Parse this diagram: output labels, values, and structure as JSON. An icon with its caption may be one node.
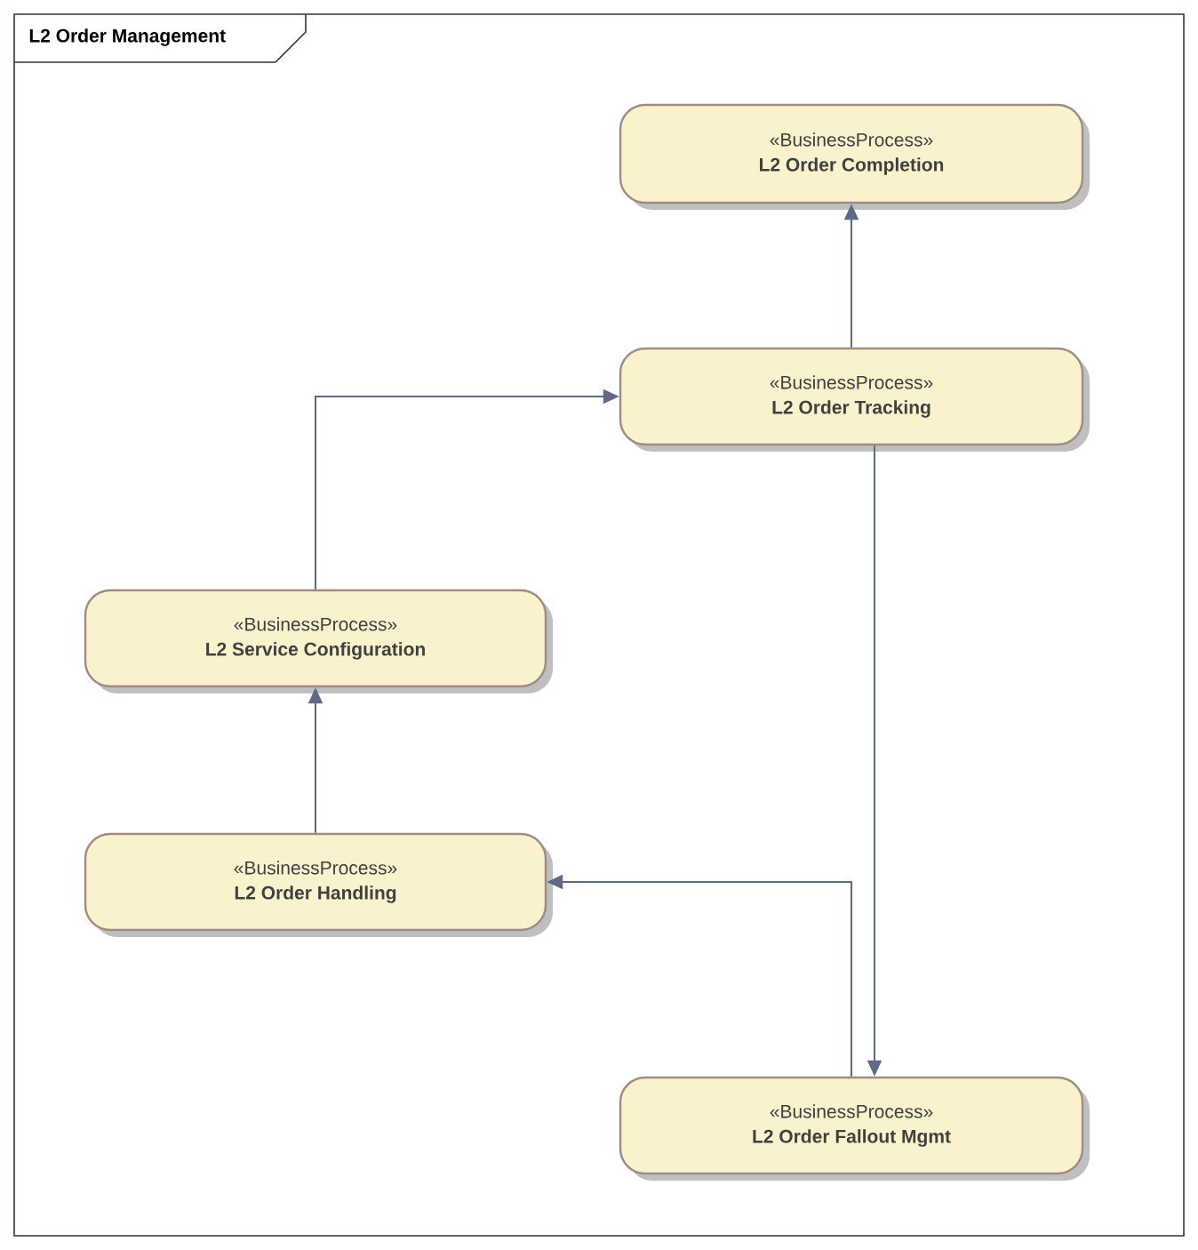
{
  "diagram": {
    "nodes": [
      {
        "text": [
          "L2 Order Management"
        ]
      },
      {
        "text": [
          "«BusinessProcess»",
          "L2 Order Completion"
        ],
        "in": 0
      },
      {
        "text": [
          "«BusinessProcess»",
          "L2 Order Tracking"
        ],
        "in": 0
      },
      {
        "text": [
          "«BusinessProcess»",
          "L2 Service Configuration"
        ],
        "in": 0
      },
      {
        "text": [
          "«BusinessProcess»",
          "L2 Order Handling"
        ],
        "in": 0
      },
      {
        "text": [
          "«BusinessProcess»",
          "L2 Order Fallout Mgmt"
        ],
        "in": 0
      }
    ],
    "edges": [
      {
        "from": 2,
        "to": 1,
        "arrow": "to"
      },
      {
        "from": 3,
        "to": 2,
        "arrow": "to"
      },
      {
        "from": 4,
        "to": 3,
        "arrow": "to"
      },
      {
        "from": 2,
        "to": 5,
        "arrow": "to"
      },
      {
        "from": 5,
        "to": 4,
        "arrow": "to"
      }
    ]
  }
}
